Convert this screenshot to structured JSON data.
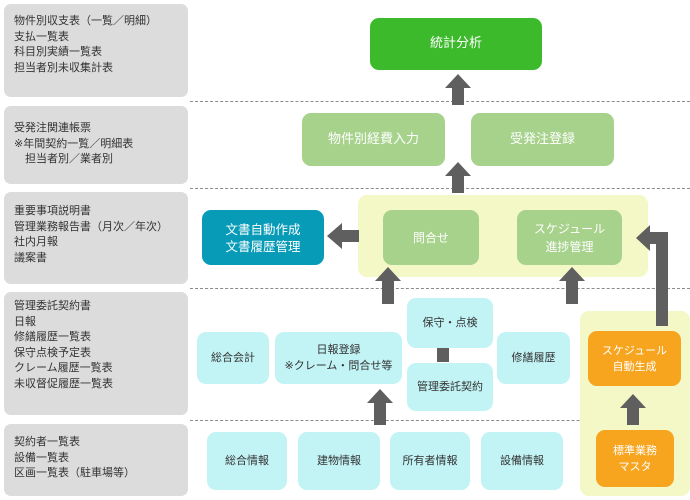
{
  "left_panels": [
    {
      "id": "reports-property",
      "lines": [
        "物件別収支表（一覧／明細）",
        "支払一覧表",
        "科目別実績一覧表",
        "担当者別未収集計表"
      ]
    },
    {
      "id": "order-documents",
      "lines": [
        "受発注関連帳票",
        "※年間契約一覧／明細表",
        "担当者別／業者別"
      ]
    },
    {
      "id": "important-docs",
      "lines": [
        "重要事項説明書",
        "管理業務報告書（月次／年次）",
        "社内月報",
        "議案書"
      ]
    },
    {
      "id": "management-docs",
      "lines": [
        "管理委託契約書",
        "日報",
        "修繕履歴一覧表",
        "保守点検予定表",
        "クレーム履歴一覧表",
        "未収督促履歴一覧表"
      ]
    },
    {
      "id": "master-lists",
      "lines": [
        "契約者一覧表",
        "設備一覧表",
        "区画一覧表（駐車場等）"
      ]
    }
  ],
  "nodes": {
    "statistics": "統計分析",
    "property_expense": "物件別経費入力",
    "order_registration": "受発注登録",
    "document_auto": [
      "文書自動作成",
      "文書履歴管理"
    ],
    "inquiry": "問合せ",
    "schedule_progress": [
      "スケジュール",
      "進捗管理"
    ],
    "general_accounting": "総合会計",
    "daily_report": [
      "日報登録",
      "※クレーム・問合せ等"
    ],
    "maintenance_inspection": "保守・点検",
    "management_contract": "管理委託契約",
    "repair_history": "修繕履歴",
    "schedule_auto": [
      "スケジュール",
      "自動生成"
    ],
    "general_info": "総合情報",
    "building_info": "建物情報",
    "owner_info": "所有者情報",
    "equipment_info": "設備情報",
    "standard_master": [
      "標準業務",
      "マスタ"
    ]
  },
  "colors": {
    "left_panel": "#dcdcdc",
    "dark_green": "#3cba2c",
    "green": "#a7d28c",
    "teal": "#089bb8",
    "cyan": "#c2f3f5",
    "orange": "#f7a41f",
    "band": "#f3f8c6",
    "arrow": "#5f5f5f"
  }
}
